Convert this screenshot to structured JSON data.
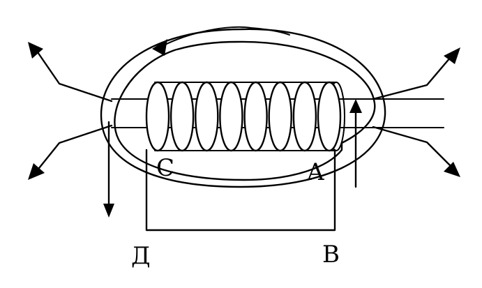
{
  "diagram": {
    "labels": {
      "c": "C",
      "a": "A",
      "d": "Д",
      "b": "B"
    },
    "coil_turns": 8,
    "colors": {
      "ink": "#000000",
      "paper": "#ffffff"
    }
  }
}
